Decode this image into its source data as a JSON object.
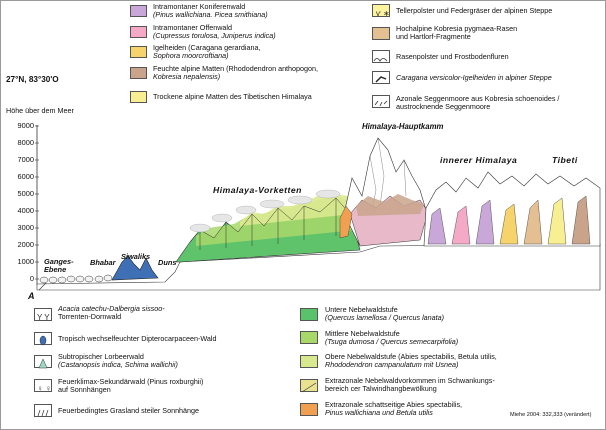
{
  "header": {
    "coords": "27°N, 83°30'O",
    "y_axis_title": "Höhe über dem Meer"
  },
  "y_ticks": [
    "9000",
    "8000",
    "7000",
    "6000",
    "5000",
    "4000",
    "3000",
    "2000",
    "1000",
    "0"
  ],
  "legend_top_left": [
    {
      "line1": "Intramontaner Koniferenwald",
      "line2": "(Pinus wallichiana. Picea smithiana)",
      "color": "#c9a7d8"
    },
    {
      "line1": "Intramontaner Offenwald",
      "line2": "(Cupressus torulosa, Juniperus indica)",
      "color": "#f4a9c6"
    },
    {
      "line1": "Igelheiden (Caragana gerardiana,",
      "line2": "Sophora moorcroftiana)",
      "color": "#f6d36b"
    },
    {
      "line1": "Feuchte alpine Matten (Rhododendron anthopogon,",
      "line2": "Kobresia nepalensis)",
      "color": "#c9a48b"
    },
    {
      "line1": "Trockene alpine Matten des Tibetischen Himalaya",
      "line2": "",
      "color": "#f8ef93"
    }
  ],
  "legend_top_right": [
    {
      "line1": "Tellerpolster und Federgräser der alpinen Steppe",
      "line2": "",
      "color": "#fbf3a0"
    },
    {
      "line1": "Hochalpine Kobresia pygmaea-Rasen",
      "line2": "und Hartlorf-Fragmente",
      "color": "#e3bf92"
    },
    {
      "line1": "Rasenpolster und Frostbodenfluren",
      "line2": "",
      "color": "#ffffff"
    },
    {
      "line1": "Caragana versicolor-Igelheiden in alpiner Steppe",
      "line2": "",
      "color": "#ffffff"
    },
    {
      "line1": "Azonale Seggenmoore aus Kobresia schoenoides /",
      "line2": "austrocknende Seggenmoore",
      "color": "#ffffff"
    }
  ],
  "legend_bottom_left": [
    {
      "line1": "Acacia catechu-Dalbergia sissoo-",
      "line2": "Torrenten-Dornwald",
      "line3": "",
      "color": "#ffffff"
    },
    {
      "line1": "Tropisch wechselfeuchter Dipterocarpaceen-Wald",
      "line2": "",
      "line3": "",
      "color": "#ffffff"
    },
    {
      "line1": "Subtropischer Lorbeerwald",
      "line2": "(Castanopsis indica, Schima wallichii)",
      "line3": "",
      "color": "#ffffff"
    },
    {
      "line1": "Feuerklimax-Sekundärwald (Pinus roxburghii)",
      "line2": "auf Sonnhängen",
      "line3": "",
      "color": "#ffffff"
    },
    {
      "line1": "Feuerbedingtes Grasland steiler Sonnhänge",
      "line2": "",
      "line3": "",
      "color": "#ffffff"
    }
  ],
  "legend_bottom_right": [
    {
      "line1": "Untere Nebelwaldstufe",
      "line2": "(Quercus lamellosa / Quercus lanata)",
      "color": "#59c26a"
    },
    {
      "line1": "Mittlere Nebelwaldstufe",
      "line2": "(Tsuga dumosa / Quercus semecarpifolia)",
      "color": "#a9d86a"
    },
    {
      "line1": "Obere Nebelwaldstufe (Abies spectabilis, Betula utilis,",
      "line2": "Rhododendron campanulatum mit Usnea)",
      "color": "#d8e88f"
    },
    {
      "line1": "Extrazonale Nebelwaldvorkommen im Schwankungs-",
      "line2": "bereich cer Talwindhangbewölkung",
      "color": "#e9e290"
    },
    {
      "line1": "Extrazonale schattseitige Abies spectabilis,",
      "line2": "Pinus wallichiana und Betula utilis",
      "color": "#f0a050"
    }
  ],
  "profile_labels": {
    "ganges": "Ganges-",
    "ganges2": "Ebene",
    "bhabar": "Bhabar",
    "siwaliks": "Siwaliks",
    "duns": "Duns",
    "vorketten": "Himalaya-Vorketten",
    "hauptkamm": "Himalaya-Hauptkamm",
    "innerer": "innerer Himalaya",
    "tibet": "Tibeti",
    "point_a": "A"
  },
  "source": "Miehe 2004: 332,333 (verändert)"
}
